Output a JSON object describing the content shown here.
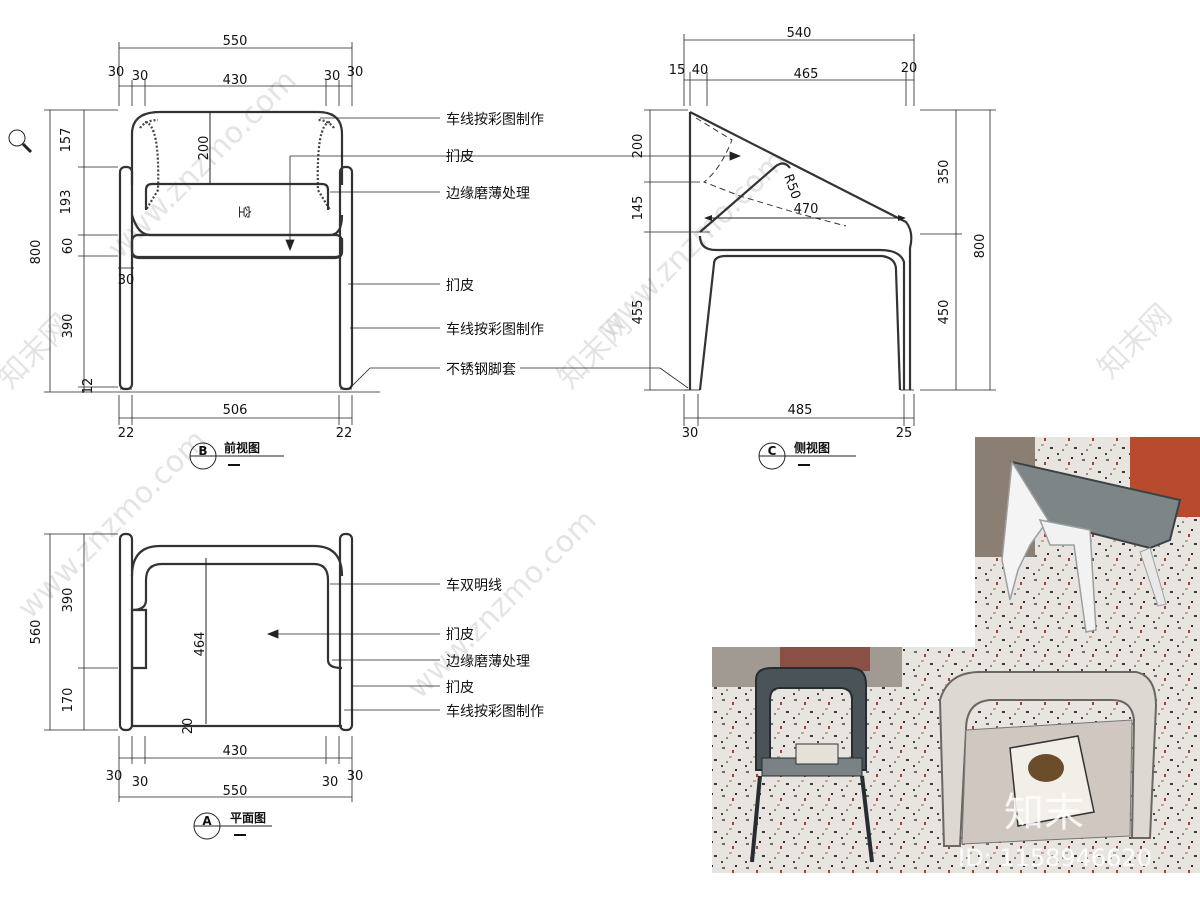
{
  "views": {
    "front": {
      "circle": "B",
      "title": "前视图",
      "dims_top": {
        "overall": "550",
        "left_outer": "30",
        "left_inner": "30",
        "inner": "430",
        "right_inner": "30",
        "right_outer": "30"
      },
      "dims_left": [
        "157",
        "193",
        "60",
        "390",
        "12"
      ],
      "dims_left_total": "800",
      "dim_inner_200": "200",
      "dim_leg_30": "30",
      "seat_label": "空",
      "dims_bottom": {
        "inner": "506",
        "left": "22",
        "right": "22"
      }
    },
    "side": {
      "circle": "C",
      "title": "侧视图",
      "dims_top": {
        "overall": "540",
        "a": "15",
        "b": "40",
        "inner": "465",
        "c": "20"
      },
      "dims_left": [
        "200",
        "145",
        "455"
      ],
      "dims_right": [
        "350",
        "450"
      ],
      "dims_right_total": "800",
      "radius": "R50",
      "seat_depth": "470",
      "dims_bottom": {
        "inner": "485",
        "left": "30",
        "right": "25"
      }
    },
    "plan": {
      "circle": "A",
      "title": "平面图",
      "dims_left": [
        "390",
        "170"
      ],
      "dims_left_total": "560",
      "dim_464": "464",
      "dim_20": "20",
      "dims_bottom": {
        "inner": "430",
        "overall": "550",
        "a": "30",
        "b": "30",
        "c": "30",
        "d": "30"
      }
    }
  },
  "notes": {
    "front": [
      "车线按彩图制作",
      "扪皮",
      "边缘磨薄处理",
      "扪皮",
      "车线按彩图制作",
      "不锈钢脚套"
    ],
    "plan": [
      "车双明线",
      "扪皮",
      "边缘磨薄处理",
      "扪皮",
      "车线按彩图制作"
    ]
  },
  "watermark": {
    "text": "www.znzmo.com",
    "brand": "知末网",
    "photo_logo": "知末",
    "photo_id": "ID: 1158946620"
  }
}
